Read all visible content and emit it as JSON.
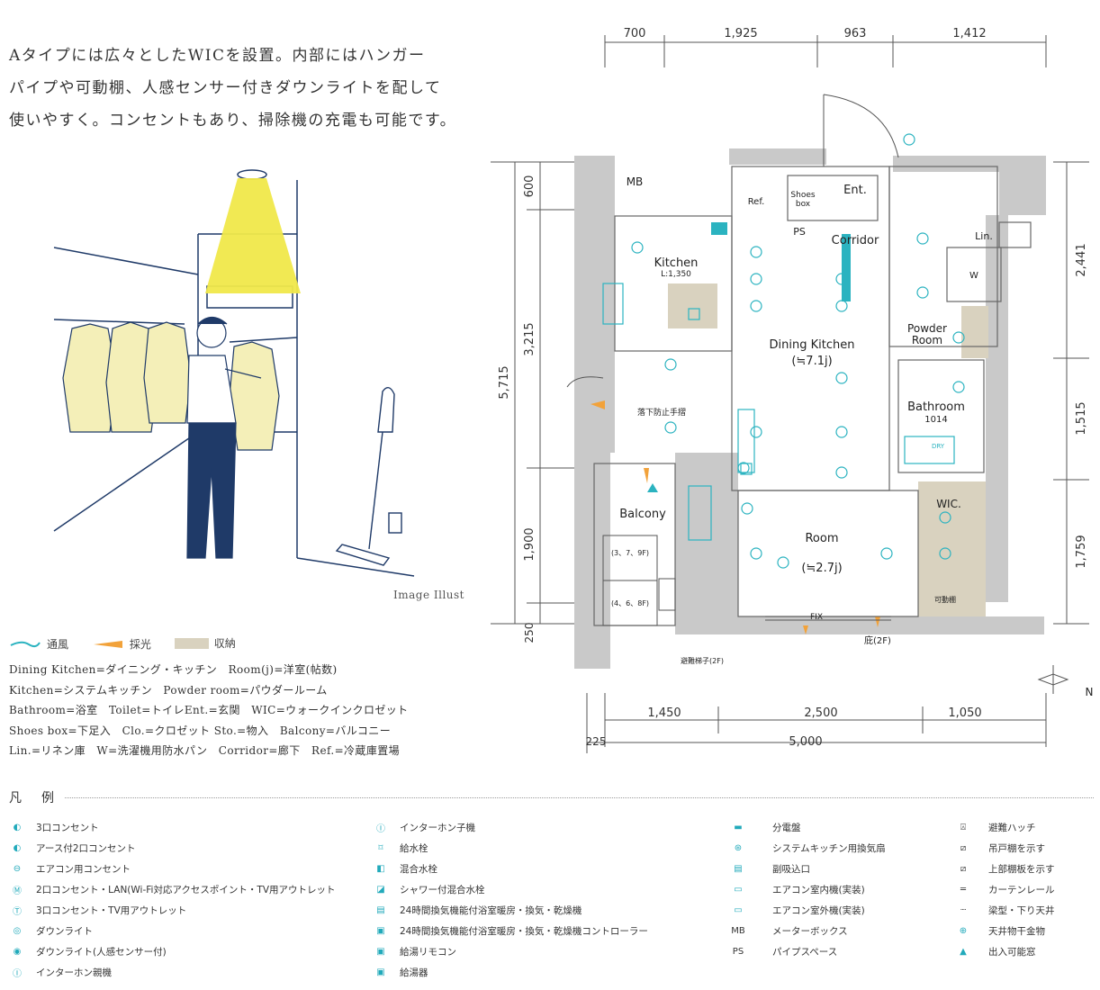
{
  "intro": [
    "Aタイプには広々としたWICを設置。内部にはハンガー",
    "パイプや可動棚、人感センサー付きダウンライトを配して",
    "使いやすく。コンセントもあり、掃除機の充電も可能です。"
  ],
  "illustration_caption": "Image Illust",
  "keys": {
    "ventilation": "通風",
    "daylight": "採光",
    "storage": "収納"
  },
  "abbreviations": [
    "Dining Kitchen=ダイニング・キッチン　Room(j)=洋室(帖数)",
    "Kitchen=システムキッチン　Powder room=パウダールーム",
    "Bathroom=浴室　Toilet=トイレEnt.=玄関　WIC=ウォークインクロゼット",
    "Shoes box=下足入　Clo.=クロゼット Sto.=物入　Balcony=バルコニー",
    "Lin.=リネン庫　W=洗濯機用防水パン　Corridor=廊下　Ref.=冷蔵庫置場"
  ],
  "plan": {
    "dims_top": [
      "700",
      "1,925",
      "963",
      "1,412"
    ],
    "dims_bottom": [
      "1,450",
      "2,500",
      "1,050"
    ],
    "dim_bottom_left": "225",
    "dim_total_bottom": "5,000",
    "dims_left": [
      "600",
      "3,215",
      "1,900",
      "250"
    ],
    "dim_total_left": "5,715",
    "dims_right": [
      "2,441",
      "1,515",
      "1,759"
    ],
    "rooms": {
      "mb": "MB",
      "ref": "Ref.",
      "shoes1": "Shoes",
      "shoes2": "box",
      "ent": "Ent.",
      "ps": "PS",
      "corridor": "Corridor",
      "lin": "Lin.",
      "kitchen": "Kitchen",
      "kitchen_sub": "L:1,350",
      "dk": "Dining Kitchen",
      "dk_size": "(≒7.1j)",
      "w": "W",
      "powder1": "Powder",
      "powder2": "Room",
      "bathroom": "Bathroom",
      "bathroom_sub": "1014",
      "wic": "WIC.",
      "balcony": "Balcony",
      "room": "Room",
      "room_size": "(≒2.7j)",
      "fix": "FIX",
      "shelf": "可動棚",
      "fall": "落下防止手摺",
      "eave": "庇(2F)",
      "ladder": "避難梯子(2F)",
      "floor1": "(3、7、9F)",
      "floor2": "(4、6、8F)",
      "dry": "DRY",
      "north": "N"
    }
  },
  "legend": {
    "title": "凡　例",
    "col1": [
      "3口コンセント",
      "アース付2口コンセント",
      "エアコン用コンセント",
      "2口コンセント・LAN(Wi-Fi対応アクセスポイント・TV用アウトレット",
      "3口コンセント・TV用アウトレット",
      "ダウンライト",
      "ダウンライト(人感センサー付)",
      "インターホン親機"
    ],
    "col2": [
      "インターホン子機",
      "給水栓",
      "混合水栓",
      "シャワー付混合水栓",
      "24時間換気機能付浴室暖房・換気・乾燥機",
      "24時間換気機能付浴室暖房・換気・乾燥機コントローラー",
      "給湯リモコン",
      "給湯器"
    ],
    "col3": [
      "分電盤",
      "システムキッチン用換気扇",
      "副吸込口",
      "エアコン室内機(実装)",
      "エアコン室外機(実装)",
      "メーターボックス",
      "パイプスペース"
    ],
    "col3_sym": {
      "mb": "MB",
      "ps": "PS"
    },
    "col4": [
      "避難ハッチ",
      "吊戸棚を示す",
      "上部棚板を示す",
      "カーテンレール",
      "梁型・下り天井",
      "天井物干金物",
      "出入可能窓"
    ]
  },
  "colors": {
    "accent": "#2bb3c0",
    "wall": "#c9c9c9",
    "storage": "#d9d2bf",
    "light": "#f0e84a",
    "navy": "#1f3a68"
  }
}
